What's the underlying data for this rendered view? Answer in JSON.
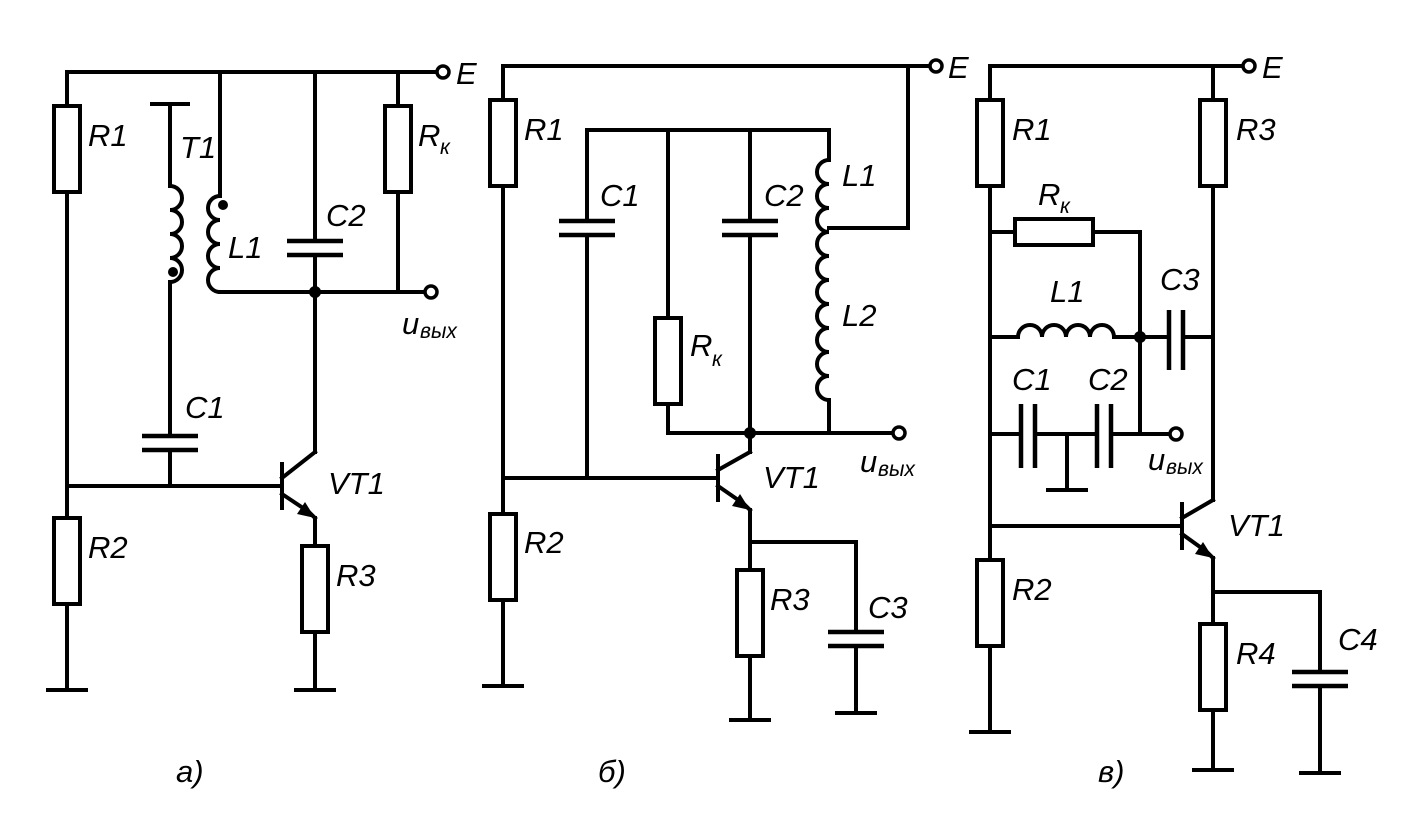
{
  "supply_label": "E",
  "output_label": {
    "main": "u",
    "sub": "вых"
  },
  "rk_label": {
    "main": "R",
    "sub": "к"
  },
  "transistor_label": "VT1",
  "circuits": [
    {
      "caption": "а)",
      "labels": {
        "r1": "R1",
        "r2": "R2",
        "r3": "R3",
        "t1": "T1",
        "l1": "L1",
        "c1": "C1",
        "c2": "C2"
      }
    },
    {
      "caption": "б)",
      "labels": {
        "r1": "R1",
        "r2": "R2",
        "r3": "R3",
        "c1": "C1",
        "c2": "C2",
        "c3": "C3",
        "l1": "L1",
        "l2": "L2"
      }
    },
    {
      "caption": "в)",
      "labels": {
        "r1": "R1",
        "r2": "R2",
        "r3": "R3",
        "r4": "R4",
        "l1": "L1",
        "c1": "C1",
        "c2": "C2",
        "c3": "C3",
        "c4": "C4"
      }
    }
  ]
}
